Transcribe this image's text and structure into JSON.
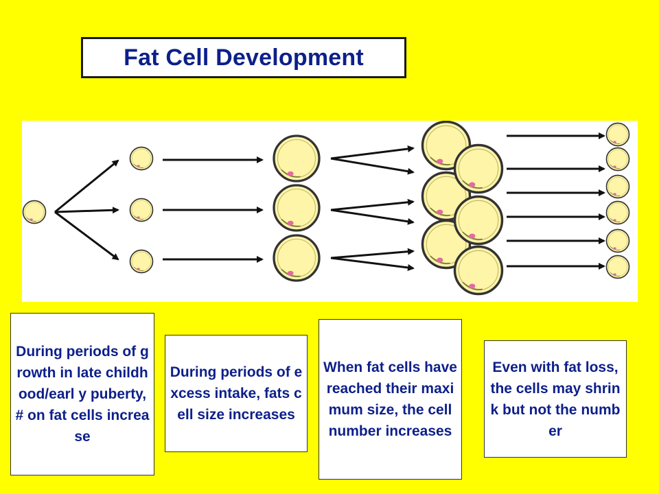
{
  "title": "Fat Cell Development",
  "colors": {
    "background": "#ffff00",
    "text": "#0d1f8a",
    "cell_fill": "#fff5a8",
    "cell_stroke": "#333333",
    "nucleus": "#e36aa2"
  },
  "diagram": {
    "stages": [
      "single fat cell",
      "three small fat cells",
      "three enlarged fat cells",
      "more enlarged fat cells",
      "six shrunken fat cells"
    ]
  },
  "captions": [
    "During periods of growth in late childhood/earl y puberty, # on fat cells increase",
    "During periods of excess intake, fats cell size increases",
    "When fat cells have reached their maximum size, the cell number increases",
    "Even with fat loss, the cells may shrink but not the number"
  ]
}
